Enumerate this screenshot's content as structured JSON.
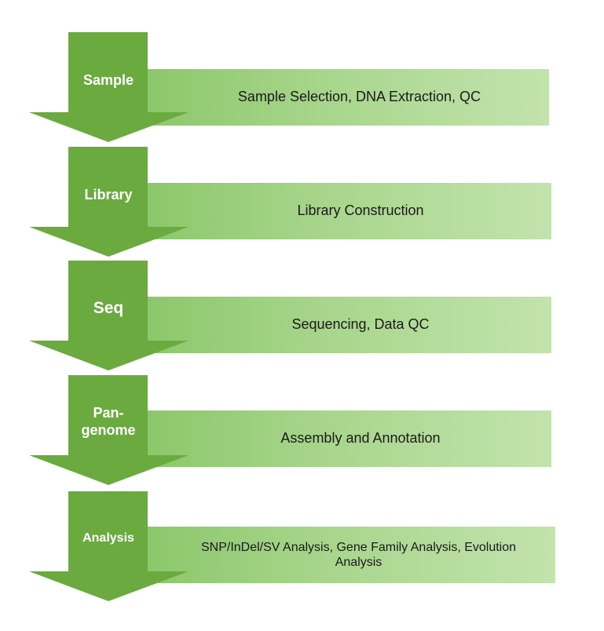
{
  "colors": {
    "arrow_fill": "#6aaa3f",
    "bar_gradient_start": "#8cc76b",
    "bar_gradient_end": "#c2e3ad",
    "label_text": "#ffffff",
    "bar_text": "#1a1a1a"
  },
  "steps": [
    {
      "label": "Sample",
      "description": "Sample Selection, DNA Extraction, QC"
    },
    {
      "label": "Library",
      "description": "Library Construction"
    },
    {
      "label": "Seq",
      "description": "Sequencing, Data QC"
    },
    {
      "label": "Pan-\ngenome",
      "description": "Assembly and Annotation"
    },
    {
      "label": "Analysis",
      "description": "SNP/InDel/SV Analysis, Gene Family Analysis, Evolution Analysis"
    }
  ]
}
